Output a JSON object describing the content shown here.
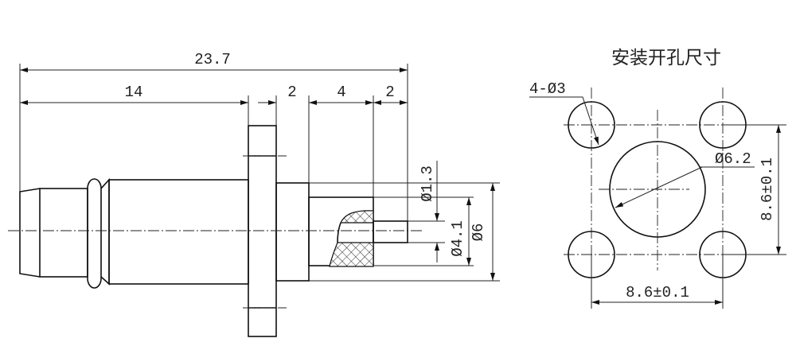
{
  "side_view": {
    "overall_length": "23.7",
    "body_length": "14",
    "flange_thickness": "2",
    "cable_length": "4",
    "pin_length": "2",
    "pin_diameter": "Ø1.3",
    "dielectric_diameter": "Ø4.1",
    "outer_diameter": "Ø6"
  },
  "mounting_hole": {
    "title": "安装开孔尺寸",
    "corner_holes": "4-Ø3",
    "center_hole": "Ø6.2",
    "vertical_spacing": "8.6±0.1",
    "horizontal_spacing": "8.6±0.1"
  }
}
